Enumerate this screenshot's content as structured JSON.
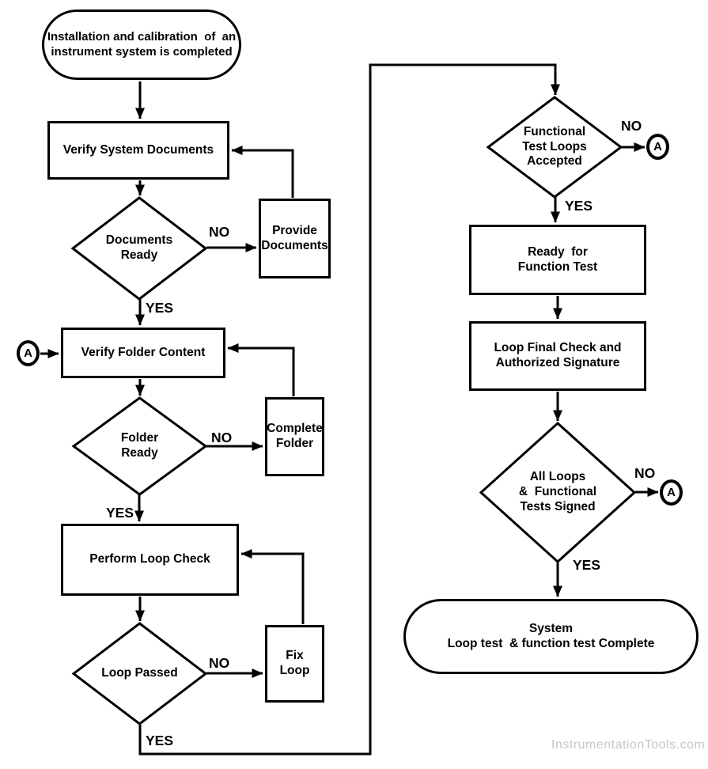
{
  "watermark": "InstrumentationTools.com",
  "edge_labels": {
    "yes": "YES",
    "no": "NO"
  },
  "connector": "A",
  "colors": {
    "stroke": "#000000",
    "background": "#ffffff",
    "watermark": "#c6c6ca"
  },
  "nodes": {
    "start": "Installation and calibration  of  an\ninstrument system is completed",
    "verify_system_documents": "Verify System Documents",
    "documents_ready": "Documents\nReady",
    "provide_documents": "Provide\nDocuments",
    "verify_folder_content": "Verify Folder Content",
    "folder_ready": "Folder\nReady",
    "complete_folder": "Complete\nFolder",
    "perform_loop_check": "Perform Loop Check",
    "loop_passed": "Loop Passed",
    "fix_loop": "Fix\nLoop",
    "functional_test_loops_accepted": "Functional\nTest Loops\nAccepted",
    "ready_for_function_test": "Ready  for\nFunction Test",
    "loop_final_check": "Loop Final Check and\nAuthorized Signature",
    "all_loops_tests_signed": "All Loops\n&  Functional\nTests Signed",
    "system_complete": "System\nLoop test  & function test Complete"
  }
}
